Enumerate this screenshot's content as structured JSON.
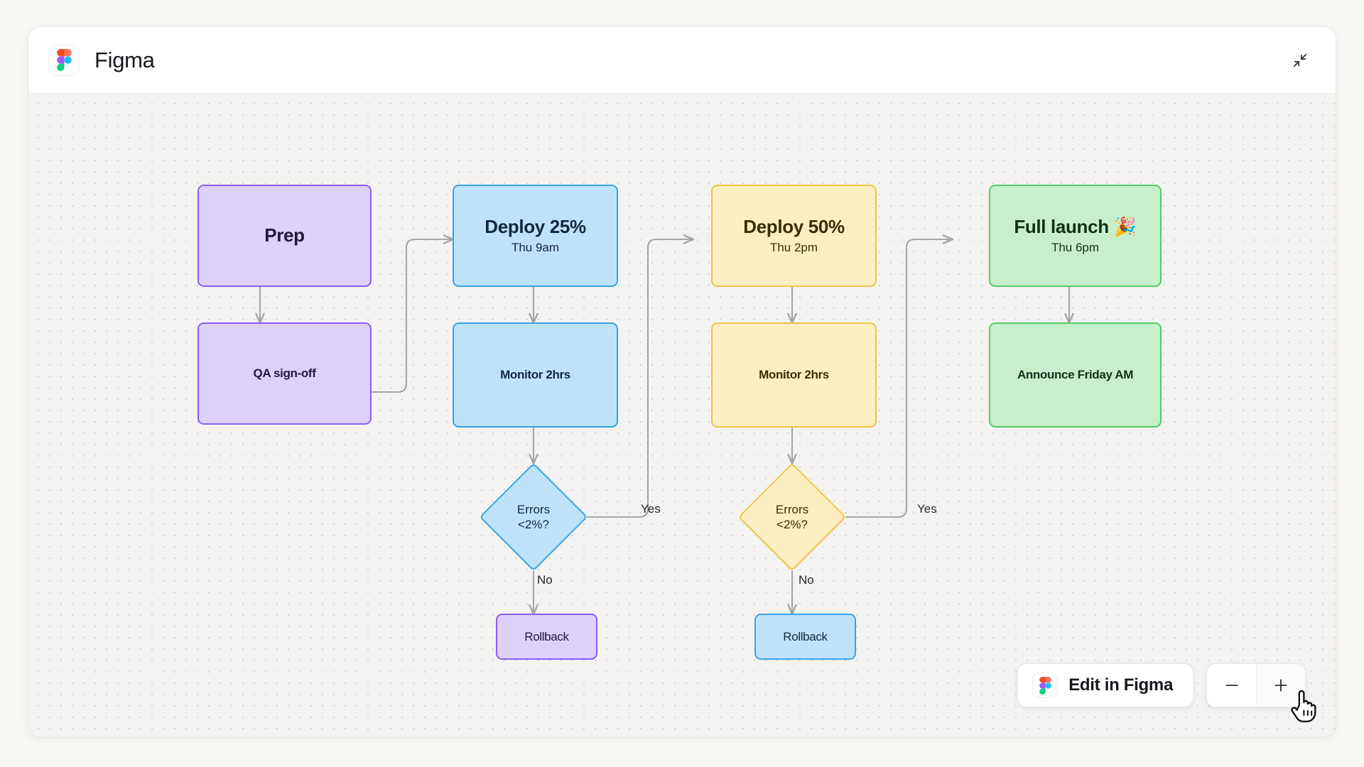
{
  "window": {
    "app_title": "Figma",
    "logo_icon": "figma-logo",
    "collapse_icon": "collapse-diagonal-icon"
  },
  "canvas": {
    "grid": "dotted",
    "background_color": "#f4f3f1",
    "dot_color": "#d2d0cc"
  },
  "palette": {
    "purple_fill": "#ddd0fb",
    "purple_border": "#8b5cf6",
    "purple_text": "#21183a",
    "blue_fill": "#bfe2fb",
    "blue_border": "#3aa3e3",
    "blue_text": "#11283c",
    "yellow_fill": "#fceec0",
    "yellow_border": "#f0c445",
    "yellow_text": "#3a2c08",
    "green_fill": "#c7efcb",
    "green_border": "#55c96a",
    "green_text": "#10301a",
    "edge_color": "#a5a5a5"
  },
  "nodes": [
    {
      "id": "prep",
      "title": "Prep",
      "sub": "",
      "color": "purple",
      "style": "big"
    },
    {
      "id": "qa-signoff",
      "title": "QA sign-off",
      "sub": "",
      "color": "purple",
      "style": "small"
    },
    {
      "id": "rollback-1",
      "title": "Rollback",
      "sub": "",
      "color": "purple",
      "style": "plain"
    },
    {
      "id": "deploy-25",
      "title": "Deploy 25%",
      "sub": "Thu 9am",
      "color": "blue",
      "style": "big"
    },
    {
      "id": "monitor-1",
      "title": "Monitor 2hrs",
      "sub": "",
      "color": "blue",
      "style": "small"
    },
    {
      "id": "rollback-2",
      "title": "Rollback",
      "sub": "",
      "color": "blue",
      "style": "plain"
    },
    {
      "id": "deploy-50",
      "title": "Deploy 50%",
      "sub": "Thu 2pm",
      "color": "yellow",
      "style": "big"
    },
    {
      "id": "monitor-2",
      "title": "Monitor 2hrs",
      "sub": "",
      "color": "yellow",
      "style": "small"
    },
    {
      "id": "full-launch",
      "title": "Full launch 🎉",
      "sub": "Thu 6pm",
      "color": "green",
      "style": "big"
    },
    {
      "id": "announce",
      "title": "Announce Friday AM",
      "sub": "",
      "color": "green",
      "style": "small"
    }
  ],
  "decisions": [
    {
      "id": "errors-1",
      "line1": "Errors",
      "line2": "<2%?",
      "color": "blue"
    },
    {
      "id": "errors-2",
      "line1": "Errors",
      "line2": "<2%?",
      "color": "yellow"
    }
  ],
  "edge_labels": [
    {
      "id": "yes-1",
      "text": "Yes"
    },
    {
      "id": "no-1",
      "text": "No"
    },
    {
      "id": "yes-2",
      "text": "Yes"
    },
    {
      "id": "no-2",
      "text": "No"
    }
  ],
  "controls": {
    "edit_in_figma_label": "Edit in Figma",
    "edit_in_figma_icon": "figma-logo",
    "zoom_out_icon": "minus-icon",
    "zoom_in_icon": "plus-icon",
    "cursor_icon": "pointing-hand-cursor"
  }
}
